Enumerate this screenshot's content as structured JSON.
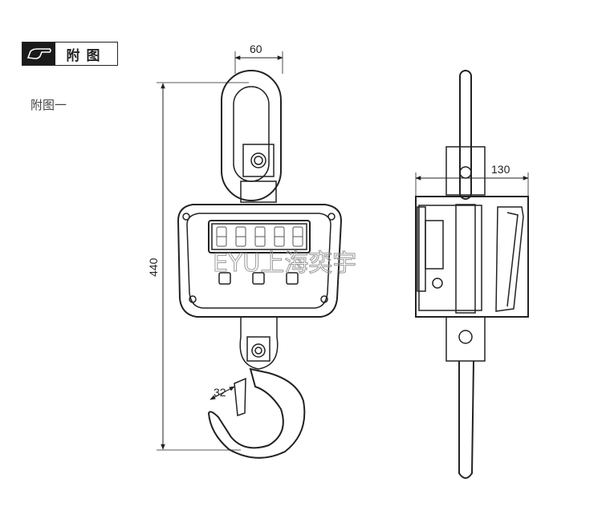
{
  "header": {
    "title": "附图",
    "icon": "pointing-hand-icon"
  },
  "subtitle": "附图一",
  "dimensions": {
    "ring_width": "60",
    "total_height": "440",
    "hook_opening": "32",
    "depth": "130"
  },
  "watermark": "EYU上海奕宇"
}
